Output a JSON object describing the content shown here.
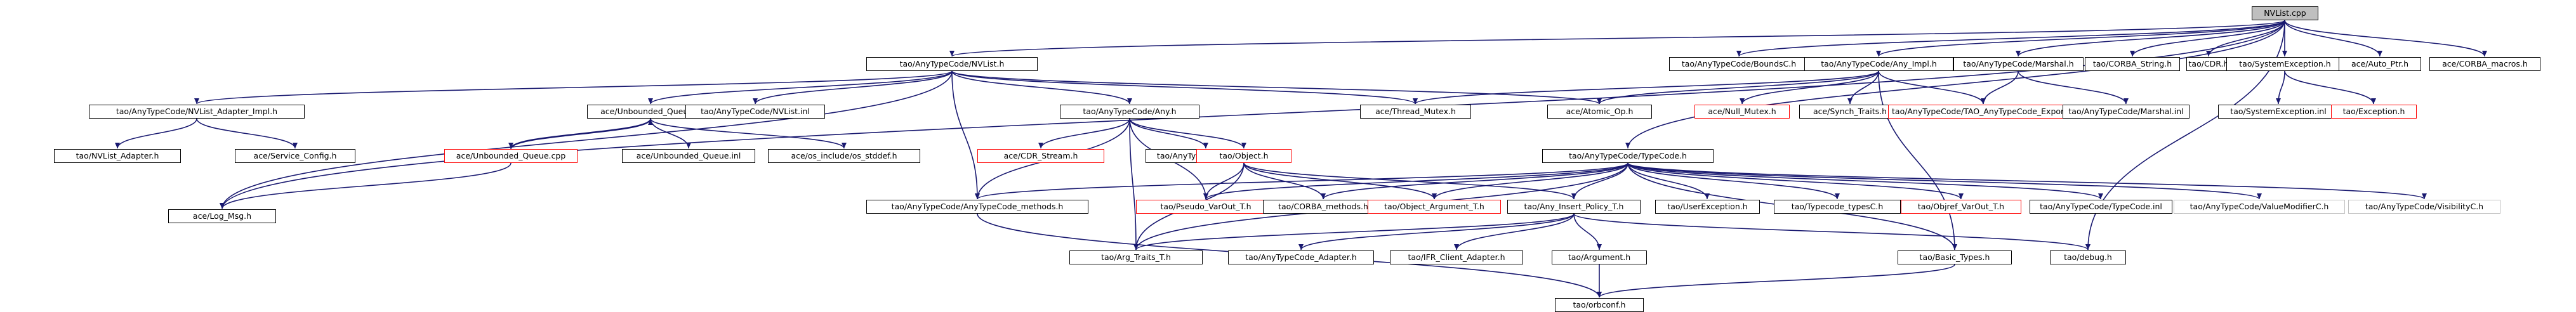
{
  "nodes": [
    {
      "id": "nvlist_cpp",
      "label": "NVList.cpp",
      "root": true
    },
    {
      "id": "nvlist_h",
      "label": "tao/AnyTypeCode/NVList.h"
    },
    {
      "id": "boundsc",
      "label": "tao/AnyTypeCode/BoundsC.h"
    },
    {
      "id": "any_impl",
      "label": "tao/AnyTypeCode/Any_Impl.h"
    },
    {
      "id": "marshal_h",
      "label": "tao/AnyTypeCode/Marshal.h"
    },
    {
      "id": "corba_string",
      "label": "tao/CORBA_String.h"
    },
    {
      "id": "cdr",
      "label": "tao/CDR.h"
    },
    {
      "id": "sysexc",
      "label": "tao/SystemException.h"
    },
    {
      "id": "auto_ptr",
      "label": "ace/Auto_Ptr.h"
    },
    {
      "id": "corba_macros",
      "label": "ace/CORBA_macros.h"
    },
    {
      "id": "adapter_impl",
      "label": "tao/AnyTypeCode/NVList_Adapter_Impl.h"
    },
    {
      "id": "unb_queue",
      "label": "ace/Unbounded_Queue.h"
    },
    {
      "id": "nvlist_inl",
      "label": "tao/AnyTypeCode/NVList.inl"
    },
    {
      "id": "any_h",
      "label": "tao/AnyTypeCode/Any.h"
    },
    {
      "id": "thread_mutex",
      "label": "ace/Thread_Mutex.h"
    },
    {
      "id": "atomic_op",
      "label": "ace/Atomic_Op.h"
    },
    {
      "id": "null_mutex",
      "label": "ace/Null_Mutex.h",
      "red": true
    },
    {
      "id": "synch_traits",
      "label": "ace/Synch_Traits.h"
    },
    {
      "id": "export_h",
      "label": "tao/AnyTypeCode/TAO_AnyTypeCode_Export.h",
      "red": true
    },
    {
      "id": "marshal_inl",
      "label": "tao/AnyTypeCode/Marshal.inl"
    },
    {
      "id": "sysexc_inl",
      "label": "tao/SystemException.inl"
    },
    {
      "id": "exception_h",
      "label": "tao/Exception.h",
      "red": true
    },
    {
      "id": "nvlist_adapter",
      "label": "tao/NVList_Adapter.h"
    },
    {
      "id": "service_config",
      "label": "ace/Service_Config.h"
    },
    {
      "id": "unb_queue_cpp",
      "label": "ace/Unbounded_Queue.cpp",
      "red": true
    },
    {
      "id": "unb_queue_inl",
      "label": "ace/Unbounded_Queue.inl"
    },
    {
      "id": "os_stddef",
      "label": "ace/os_include/os_stddef.h"
    },
    {
      "id": "cdr_stream",
      "label": "ace/CDR_Stream.h",
      "red": true
    },
    {
      "id": "any_inl",
      "label": "tao/AnyTypeCode/Any.inl"
    },
    {
      "id": "object_h",
      "label": "tao/Object.h",
      "red": true
    },
    {
      "id": "typecode_h",
      "label": "tao/AnyTypeCode/TypeCode.h"
    },
    {
      "id": "log_msg",
      "label": "ace/Log_Msg.h"
    },
    {
      "id": "atc_methods",
      "label": "tao/AnyTypeCode/AnyTypeCode_methods.h"
    },
    {
      "id": "pseudo_varout",
      "label": "tao/Pseudo_VarOut_T.h",
      "red": true
    },
    {
      "id": "corba_methods",
      "label": "tao/CORBA_methods.h"
    },
    {
      "id": "object_argument",
      "label": "tao/Object_Argument_T.h",
      "red": true
    },
    {
      "id": "any_insert",
      "label": "tao/Any_Insert_Policy_T.h"
    },
    {
      "id": "user_exc",
      "label": "tao/UserException.h"
    },
    {
      "id": "typecode_types",
      "label": "tao/Typecode_typesC.h"
    },
    {
      "id": "objref_varout",
      "label": "tao/Objref_VarOut_T.h",
      "red": true
    },
    {
      "id": "typecode_inl",
      "label": "tao/AnyTypeCode/TypeCode.inl"
    },
    {
      "id": "valuemod",
      "label": "tao/AnyTypeCode/ValueModifierC.h",
      "grey": true
    },
    {
      "id": "visibility",
      "label": "tao/AnyTypeCode/VisibilityC.h",
      "grey": true
    },
    {
      "id": "arg_traits",
      "label": "tao/Arg_Traits_T.h"
    },
    {
      "id": "atc_adapter",
      "label": "tao/AnyTypeCode_Adapter.h"
    },
    {
      "id": "ifr_adapter",
      "label": "tao/IFR_Client_Adapter.h"
    },
    {
      "id": "argument",
      "label": "tao/Argument.h"
    },
    {
      "id": "basic_types",
      "label": "tao/Basic_Types.h"
    },
    {
      "id": "debug_h",
      "label": "tao/debug.h"
    },
    {
      "id": "orbconf",
      "label": "tao/orbconf.h"
    }
  ],
  "edges": [
    [
      "nvlist_cpp",
      "nvlist_h"
    ],
    [
      "nvlist_cpp",
      "boundsc"
    ],
    [
      "nvlist_cpp",
      "any_impl"
    ],
    [
      "nvlist_cpp",
      "marshal_h"
    ],
    [
      "nvlist_cpp",
      "corba_string"
    ],
    [
      "nvlist_cpp",
      "cdr"
    ],
    [
      "nvlist_cpp",
      "sysexc"
    ],
    [
      "nvlist_cpp",
      "auto_ptr"
    ],
    [
      "nvlist_cpp",
      "corba_macros"
    ],
    [
      "nvlist_cpp",
      "typecode_h"
    ],
    [
      "nvlist_cpp",
      "log_msg"
    ],
    [
      "nvlist_cpp",
      "debug_h"
    ],
    [
      "nvlist_h",
      "adapter_impl"
    ],
    [
      "nvlist_h",
      "unb_queue"
    ],
    [
      "nvlist_h",
      "nvlist_inl"
    ],
    [
      "nvlist_h",
      "any_h"
    ],
    [
      "nvlist_h",
      "thread_mutex"
    ],
    [
      "nvlist_h",
      "atomic_op"
    ],
    [
      "nvlist_h",
      "log_msg"
    ],
    [
      "nvlist_h",
      "atc_methods"
    ],
    [
      "any_impl",
      "null_mutex"
    ],
    [
      "any_impl",
      "synch_traits"
    ],
    [
      "any_impl",
      "export_h"
    ],
    [
      "any_impl",
      "thread_mutex"
    ],
    [
      "any_impl",
      "atomic_op"
    ],
    [
      "any_impl",
      "basic_types"
    ],
    [
      "marshal_h",
      "export_h"
    ],
    [
      "marshal_h",
      "marshal_inl"
    ],
    [
      "sysexc",
      "sysexc_inl"
    ],
    [
      "sysexc",
      "exception_h"
    ],
    [
      "adapter_impl",
      "nvlist_adapter"
    ],
    [
      "adapter_impl",
      "service_config"
    ],
    [
      "unb_queue",
      "unb_queue_cpp"
    ],
    [
      "unb_queue",
      "unb_queue_inl"
    ],
    [
      "unb_queue",
      "os_stddef"
    ],
    [
      "unb_queue_cpp",
      "unb_queue"
    ],
    [
      "unb_queue_cpp",
      "log_msg"
    ],
    [
      "any_h",
      "cdr_stream"
    ],
    [
      "any_h",
      "any_inl"
    ],
    [
      "any_h",
      "object_h"
    ],
    [
      "any_h",
      "atc_methods"
    ],
    [
      "any_h",
      "arg_traits"
    ],
    [
      "any_h",
      "pseudo_varout"
    ],
    [
      "object_h",
      "pseudo_varout"
    ],
    [
      "object_h",
      "corba_methods"
    ],
    [
      "object_h",
      "object_argument"
    ],
    [
      "object_h",
      "any_insert"
    ],
    [
      "object_h",
      "arg_traits"
    ],
    [
      "typecode_h",
      "atc_methods"
    ],
    [
      "typecode_h",
      "pseudo_varout"
    ],
    [
      "typecode_h",
      "corba_methods"
    ],
    [
      "typecode_h",
      "object_argument"
    ],
    [
      "typecode_h",
      "any_insert"
    ],
    [
      "typecode_h",
      "user_exc"
    ],
    [
      "typecode_h",
      "typecode_types"
    ],
    [
      "typecode_h",
      "objref_varout"
    ],
    [
      "typecode_h",
      "typecode_inl"
    ],
    [
      "typecode_h",
      "valuemod"
    ],
    [
      "typecode_h",
      "visibility"
    ],
    [
      "typecode_h",
      "arg_traits"
    ],
    [
      "typecode_h",
      "basic_types"
    ],
    [
      "atc_methods",
      "orbconf"
    ],
    [
      "any_insert",
      "atc_adapter"
    ],
    [
      "any_insert",
      "ifr_adapter"
    ],
    [
      "any_insert",
      "argument"
    ],
    [
      "any_insert",
      "arg_traits"
    ],
    [
      "any_insert",
      "debug_h"
    ],
    [
      "argument",
      "orbconf"
    ],
    [
      "basic_types",
      "orbconf"
    ]
  ]
}
